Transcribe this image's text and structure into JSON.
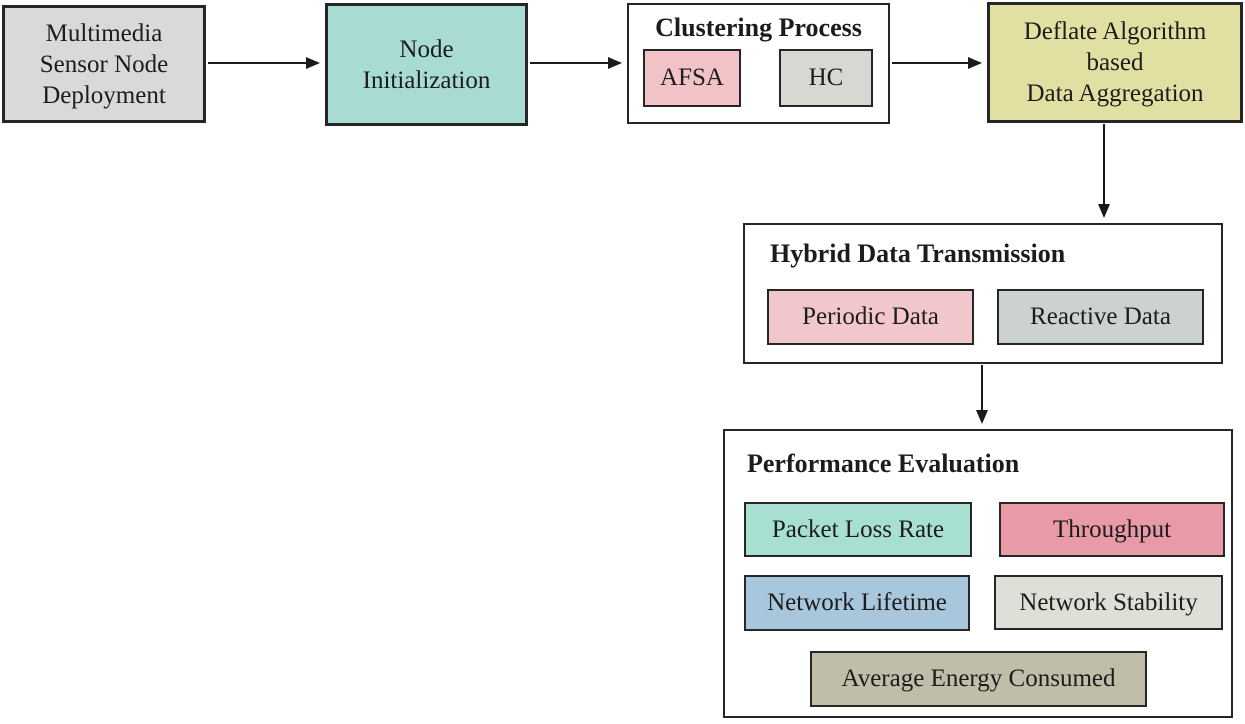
{
  "figure": {
    "background": "#ffffff",
    "arrow_color": "#1a1a1a",
    "nodes": {
      "deployment": {
        "lines": [
          "Multimedia",
          "Sensor Node",
          "Deployment"
        ],
        "bg": "#d9d9d9"
      },
      "initialization": {
        "lines": [
          "Node",
          "Initialization"
        ],
        "bg": "#a8dcd2"
      },
      "clustering": {
        "title": "Clustering Process",
        "items": [
          {
            "label": "AFSA",
            "bg": "#f1c3c7"
          },
          {
            "label": "HC",
            "bg": "#d8d7d1"
          }
        ]
      },
      "deflate": {
        "lines": [
          "Deflate Algorithm",
          "based",
          "Data Aggregation"
        ],
        "bg": "#e2dfa3"
      },
      "hybrid": {
        "title": "Hybrid Data Transmission",
        "items": [
          {
            "label": "Periodic Data",
            "bg": "#f2c7cb"
          },
          {
            "label": "Reactive Data",
            "bg": "#ccd2cf"
          }
        ]
      },
      "performance": {
        "title": "Performance Evaluation",
        "items": [
          {
            "label": "Packet Loss Rate",
            "bg": "#a8dfd3"
          },
          {
            "label": "Throughput",
            "bg": "#e89aa7"
          },
          {
            "label": "Network Lifetime",
            "bg": "#a8c6dc"
          },
          {
            "label": "Network Stability",
            "bg": "#dedfd7"
          },
          {
            "label": "Average Energy Consumed",
            "bg": "#c0bda9"
          }
        ]
      }
    }
  }
}
